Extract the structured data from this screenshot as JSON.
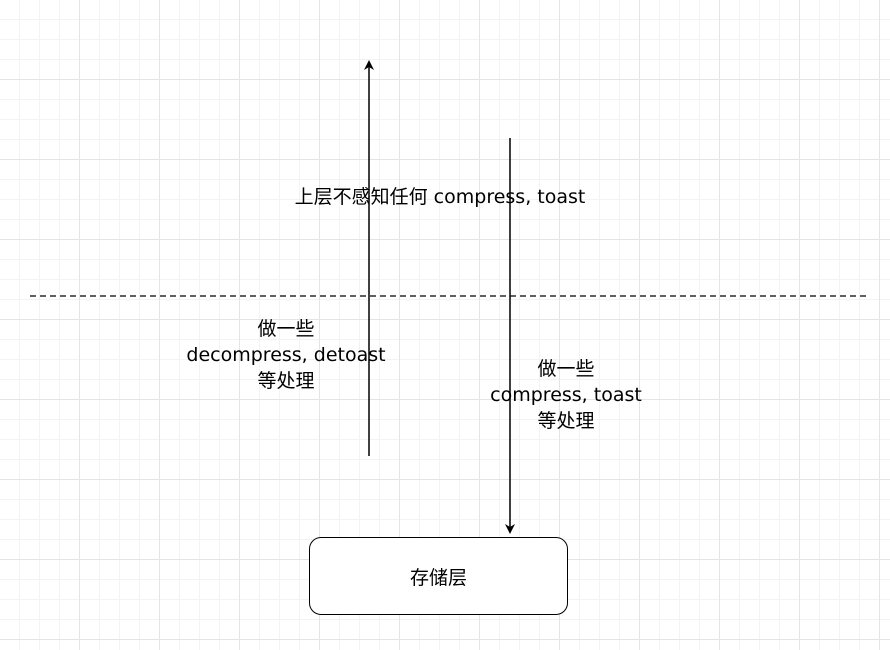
{
  "diagram": {
    "top_label": "上层不感知任何 compress, toast",
    "left_label": {
      "lines": [
        "做一些",
        "decompress, detoast",
        "等处理"
      ]
    },
    "right_label": {
      "lines": [
        "做一些",
        "compress, toast",
        "等处理"
      ]
    },
    "storage_box_label": "存储层",
    "colors": {
      "stroke": "#000000",
      "grid_major": "#e4e4e4",
      "grid_minor": "#f3f3f3",
      "background": "#ffffff"
    }
  }
}
